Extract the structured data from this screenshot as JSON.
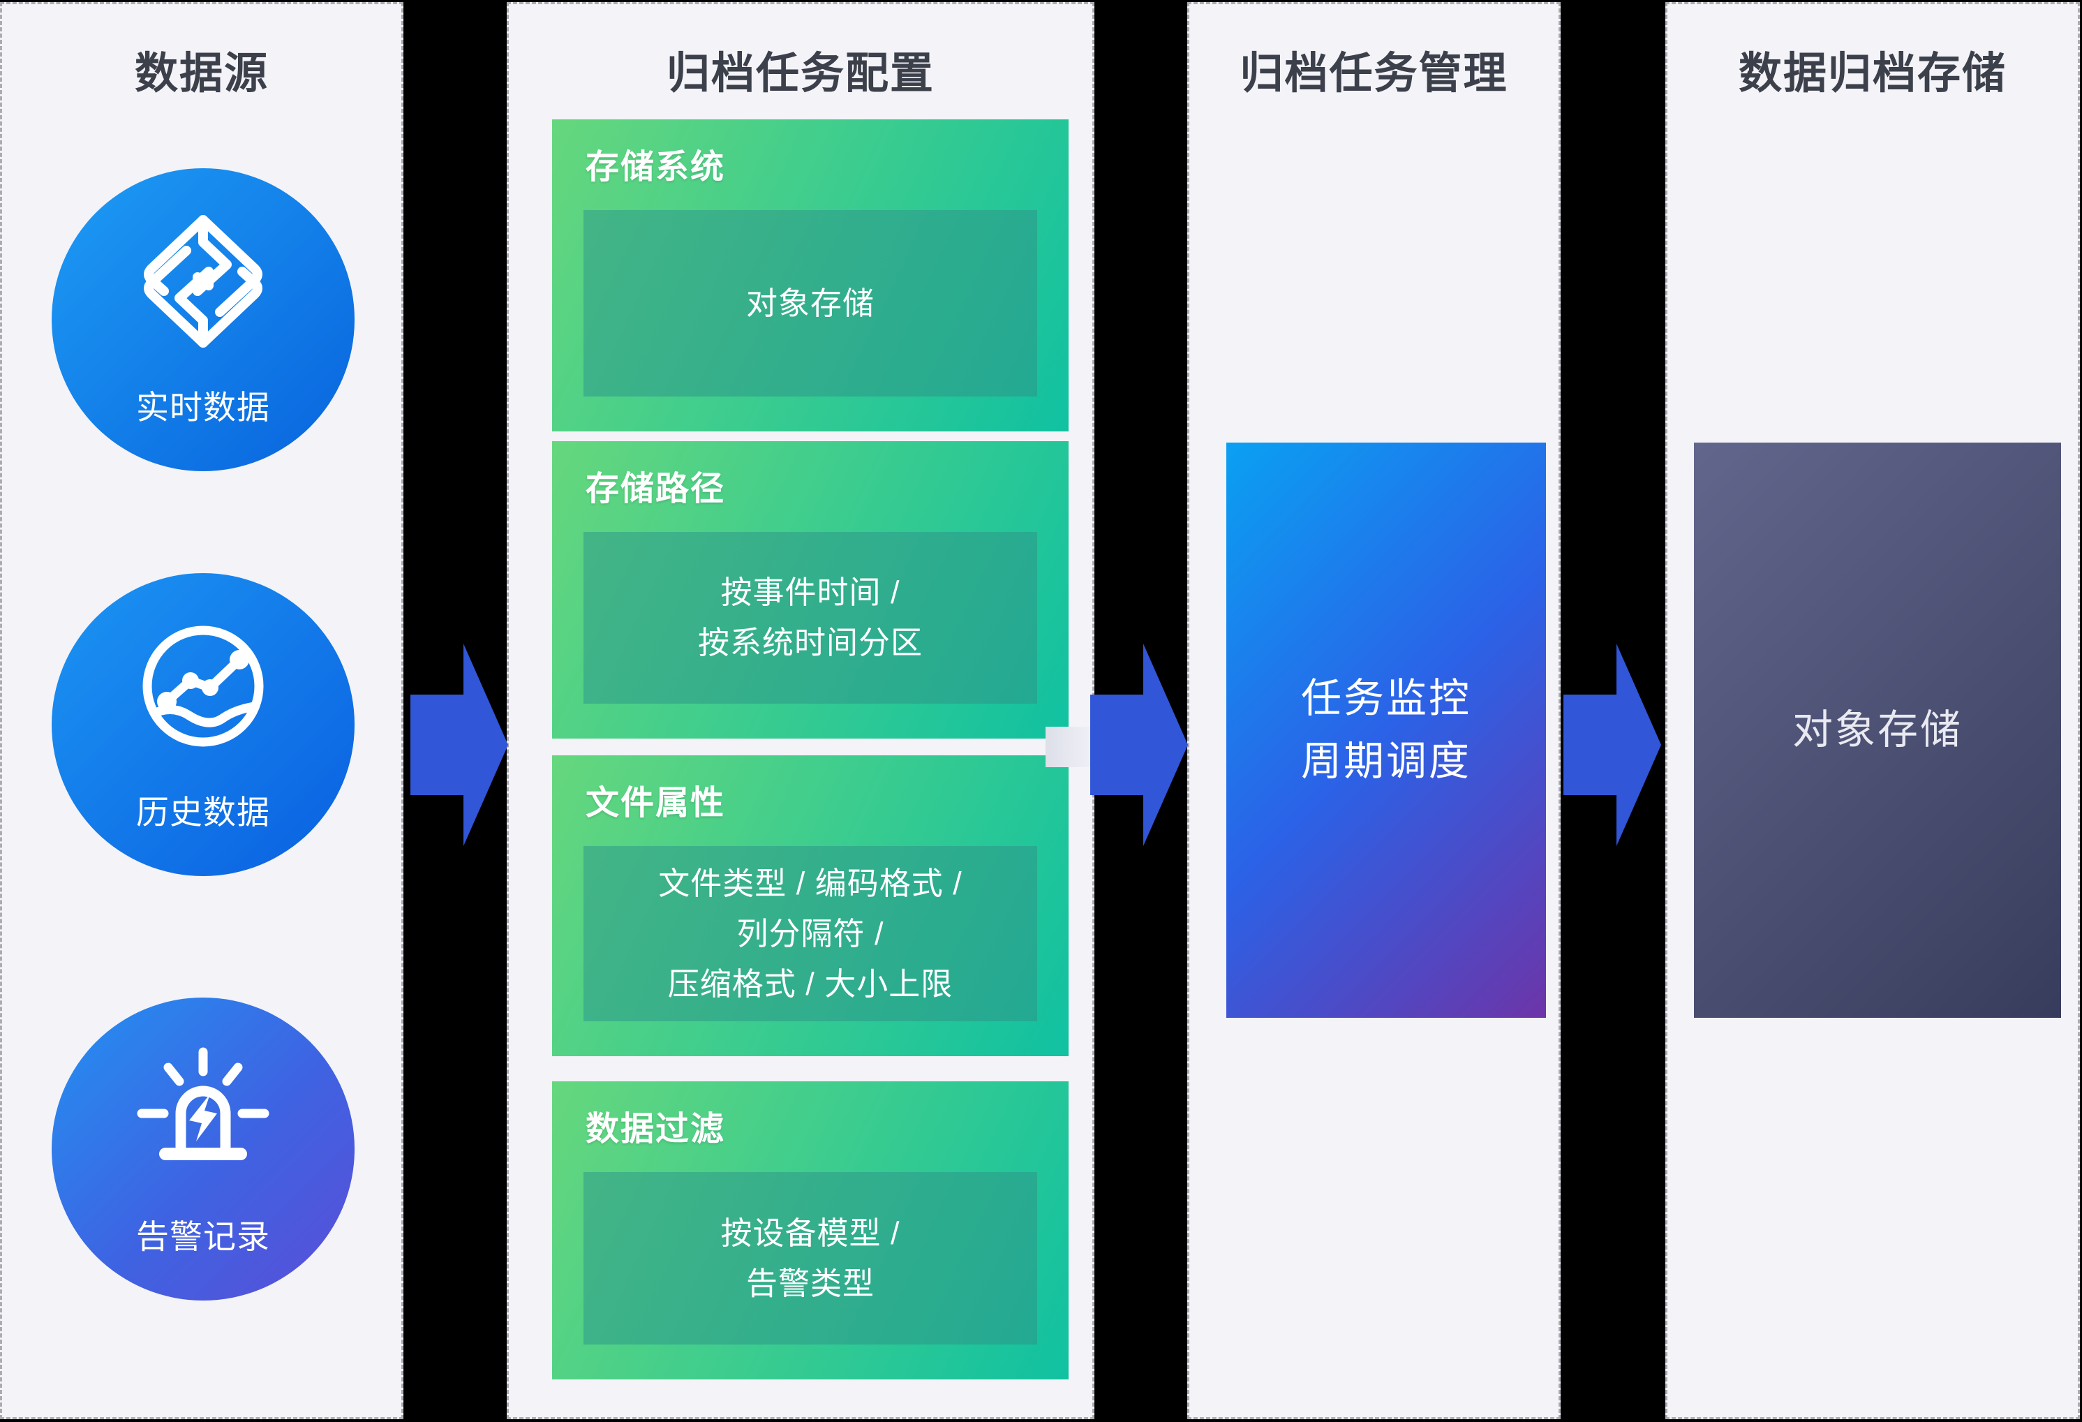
{
  "colors": {
    "background": "#000000",
    "panel_bg": "#F3F3F8",
    "panel_border_dashed": "#ABABB1",
    "title_text": "#3C404B",
    "arrow_blue": "#3156D8",
    "green_box_gradient": [
      "#66D77D",
      "#10C1A1"
    ],
    "green_inner_gradient": [
      "#43B486",
      "#23A992"
    ],
    "blue_box_gradient": [
      "#0AA0F2",
      "#2B62E7",
      "#6C35A8"
    ],
    "dark_box_gradient": [
      "#62668C",
      "#383C5C"
    ],
    "circle_blue_gradient": [
      "#1E9CF5",
      "#0863DD"
    ],
    "circle_purple_gradient": [
      "#2391F2",
      "#5B4ED7"
    ]
  },
  "columns": {
    "data_source": {
      "title": "数据源",
      "items": [
        {
          "label": "实时数据",
          "icon": "realtime-data-icon"
        },
        {
          "label": "历史数据",
          "icon": "history-data-icon"
        },
        {
          "label": "告警记录",
          "icon": "alarm-record-icon"
        }
      ]
    },
    "task_config": {
      "title": "归档任务配置",
      "sections": [
        {
          "heading": "存储系统",
          "body": "对象存储"
        },
        {
          "heading": "存储路径",
          "body": "按事件时间 /\n按系统时间分区"
        },
        {
          "heading": "文件属性",
          "body": "文件类型 / 编码格式 /\n列分隔符 /\n压缩格式 / 大小上限"
        },
        {
          "heading": "数据过滤",
          "body": "按设备模型 /\n告警类型"
        }
      ]
    },
    "task_management": {
      "title": "归档任务管理",
      "box_label": "任务监控\n周期调度"
    },
    "archive_storage": {
      "title": "数据归档存储",
      "box_label": "对象存储"
    }
  }
}
